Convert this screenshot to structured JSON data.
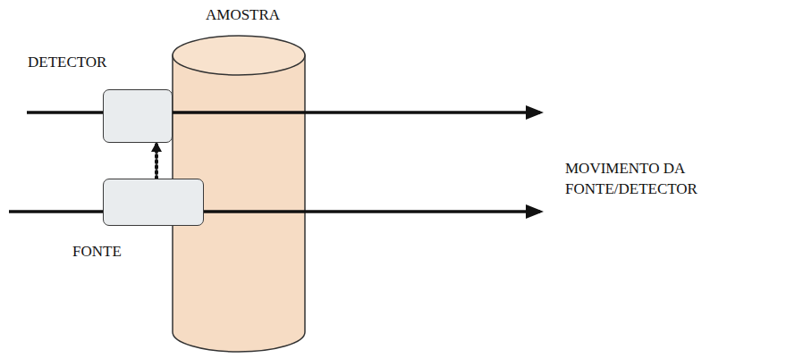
{
  "diagram": {
    "nodes": [
      {
        "text": [
          "DETECTOR"
        ]
      },
      {
        "text": [
          "FONTE"
        ]
      }
    ],
    "edges": [
      {
        "from": 1,
        "to": 0,
        "arrow": "to"
      }
    ],
    "labels": [
      "AMOSTRA",
      "MOVIMENTO DA FONTE/DETECTOR"
    ]
  }
}
